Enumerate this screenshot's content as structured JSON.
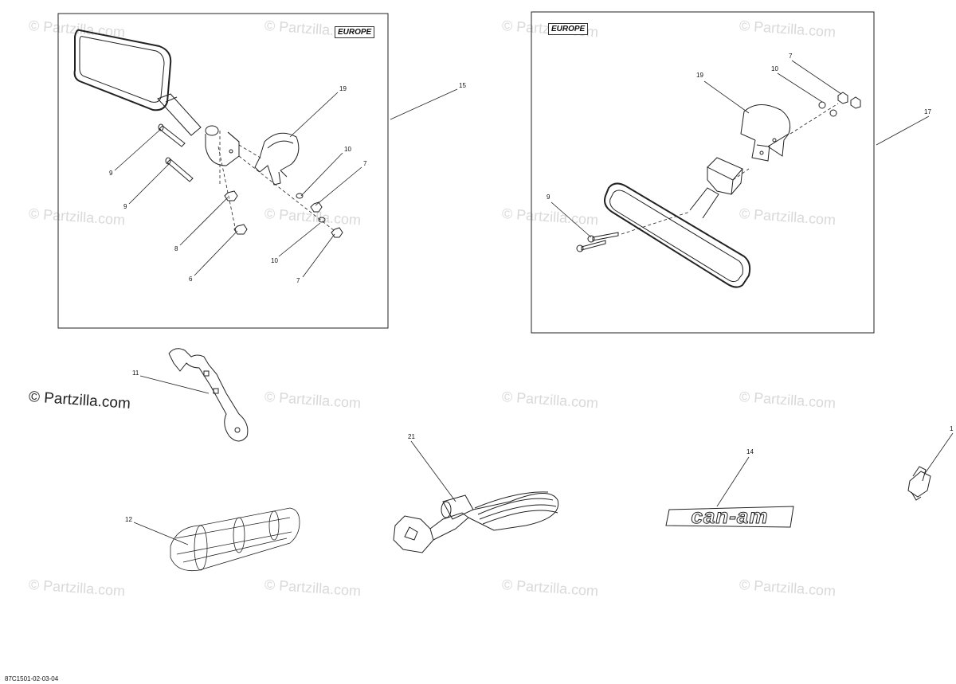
{
  "watermark": "© Partzilla.com",
  "watermark_main": "© Partzilla.com",
  "region_tags": [
    "EUROPE",
    "EUROPE"
  ],
  "callouts": {
    "c15": "15",
    "c19a": "19",
    "c10a": "10",
    "c7a": "7",
    "c9a": "9",
    "c9b": "9",
    "c8": "8",
    "c6": "6",
    "c10b": "10",
    "c7b": "7",
    "c17": "17",
    "c7c": "7",
    "c10c": "10",
    "c19b": "19",
    "c9c": "9",
    "c11": "11",
    "c21": "21",
    "c14": "14",
    "c1": "1",
    "c12": "12"
  },
  "logo_text": "can-am",
  "drawing_code": "87C1501-02-03-04"
}
